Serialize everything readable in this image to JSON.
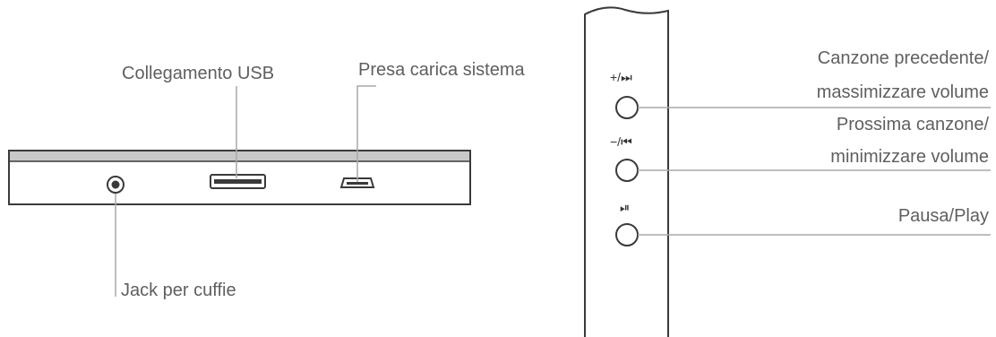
{
  "labels": {
    "usb": "Collegamento USB",
    "charge": "Presa carica sistema",
    "jack": "Jack per cuffie",
    "prev_line1": "Canzone precedente/",
    "prev_line2": "massimizzare volume",
    "next_line1": "Prossima canzone/",
    "next_line2": "minimizzare volume",
    "pause_play": "Pausa/Play"
  },
  "button_symbols": {
    "plus_next": "+/⏭",
    "minus_prev": "−/⏮",
    "play_pause": "⏯"
  },
  "colors": {
    "line": "#a9a9a9",
    "device_stroke": "#3a3a3a",
    "top_strip": "#c8c8c8"
  },
  "icons": [
    "headphone-jack-icon",
    "usb-port-icon",
    "micro-usb-port-icon",
    "round-button-icon"
  ]
}
